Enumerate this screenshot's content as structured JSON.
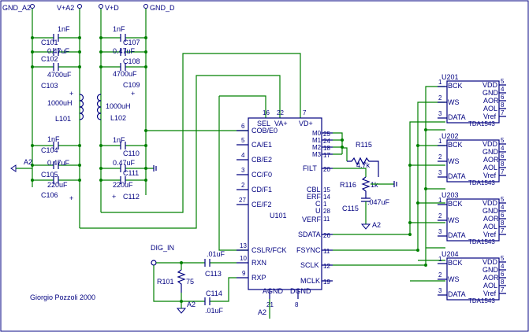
{
  "rails": {
    "gnd_a2": "GND_A2",
    "v_a2": "V+A2",
    "v_d": "V+D",
    "gnd_d": "GND_D"
  },
  "caps_left": [
    {
      "ref": "C101",
      "value": "1nF"
    },
    {
      "ref": "C102",
      "value": "0.47uF"
    },
    {
      "ref": "C103",
      "value": "4700uF"
    },
    {
      "ref": "C104",
      "value": "1nF"
    },
    {
      "ref": "C105",
      "value": "0.47uF"
    },
    {
      "ref": "C106",
      "value": "220uF"
    }
  ],
  "caps_right": [
    {
      "ref": "C107",
      "value": "1nF"
    },
    {
      "ref": "C108",
      "value": "0.47uF"
    },
    {
      "ref": "C109",
      "value": "4700uF"
    },
    {
      "ref": "C110",
      "value": "1nF"
    },
    {
      "ref": "C111",
      "value": "0.47uF"
    },
    {
      "ref": "C112",
      "value": "220uF"
    }
  ],
  "inductors": [
    {
      "ref": "L101",
      "value": "1000uH"
    },
    {
      "ref": "L102",
      "value": "1000uH"
    }
  ],
  "power_labels": {
    "a2_left": "A2",
    "a2_r115": "A2",
    "a2_r101": "A2",
    "a2_agnd": "A2"
  },
  "plus": "+",
  "u101": {
    "ref": "U101",
    "pins_left": [
      {
        "num": "6",
        "name": "COB/E0"
      },
      {
        "num": "5",
        "name": "CA/E1"
      },
      {
        "num": "4",
        "name": "CB/E2"
      },
      {
        "num": "3",
        "name": "CC/F0"
      },
      {
        "num": "2",
        "name": "CD/F1"
      },
      {
        "num": "27",
        "name": "CE/F2"
      },
      {
        "num": "13",
        "name": "CSLR/FCK"
      },
      {
        "num": "10",
        "name": "RXN"
      },
      {
        "num": "9",
        "name": "RXP"
      }
    ],
    "pins_top": [
      {
        "num": "16",
        "name": "SEL"
      },
      {
        "num": "22",
        "name": "VA+"
      },
      {
        "num": "7",
        "name": "VD+"
      }
    ],
    "pins_right": [
      {
        "num": "25",
        "name": "M0"
      },
      {
        "num": "24",
        "name": "M1"
      },
      {
        "num": "18",
        "name": "M2"
      },
      {
        "num": "17",
        "name": "M3"
      },
      {
        "num": "20",
        "name": "FILT"
      },
      {
        "num": "15",
        "name": "CBL"
      },
      {
        "num": "14",
        "name": "ERF"
      },
      {
        "num": "1",
        "name": "C"
      },
      {
        "num": "28",
        "name": "U"
      },
      {
        "num": "11",
        "name": "VERF"
      },
      {
        "num": "26",
        "name": "SDATA"
      },
      {
        "num": "11",
        "name": "FSYNC"
      },
      {
        "num": "12",
        "name": "SCLK"
      },
      {
        "num": "19",
        "name": "MCLK"
      }
    ],
    "pins_bottom": [
      {
        "num": "21",
        "name": "AGND"
      },
      {
        "num": "8",
        "name": "DGND"
      }
    ]
  },
  "r115": {
    "ref": "R115",
    "value": "4.7k"
  },
  "r116": {
    "ref": "R116",
    "value": "1k"
  },
  "c115": {
    "ref": "C115",
    "value": ".047uF"
  },
  "dacs": [
    {
      "ref": "U201",
      "part": "TDA1543"
    },
    {
      "ref": "U202",
      "part": "TDA1543"
    },
    {
      "ref": "U203",
      "part": "TDA1543"
    },
    {
      "ref": "U204",
      "part": "TDA1543"
    }
  ],
  "dac_pins_left": [
    {
      "num": "1",
      "name": "BCK"
    },
    {
      "num": "2",
      "name": "WS"
    },
    {
      "num": "3",
      "name": "DATA"
    }
  ],
  "dac_pins_right": [
    {
      "num": "5",
      "name": "VDD"
    },
    {
      "num": "4",
      "name": "GND"
    },
    {
      "num": "6",
      "name": "AOR"
    },
    {
      "num": "8",
      "name": "AOL"
    },
    {
      "num": "7",
      "name": "Vref"
    }
  ],
  "input": {
    "label": "DIG_IN",
    "r101": {
      "ref": "R101",
      "value": "75"
    },
    "c113": {
      "ref": "C113",
      "value": ".01uF"
    },
    "c114": {
      "ref": "C114",
      "value": ".01uF"
    }
  },
  "author": "Giorgio Pozzoli 2000"
}
